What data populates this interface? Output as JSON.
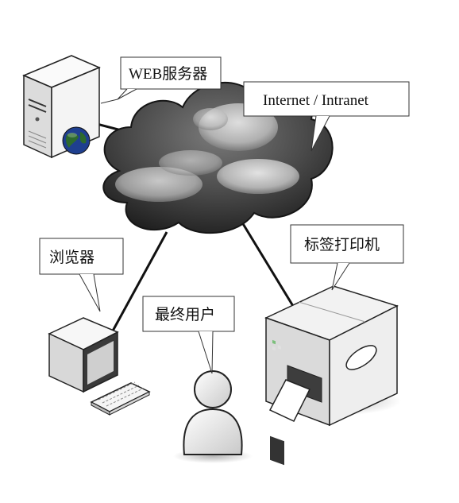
{
  "labels": {
    "web_server": "WEB服务器",
    "network": "Internet / Intranet",
    "browser": "浏览器",
    "end_user": "最终用户",
    "label_printer": "标签打印机"
  },
  "colors": {
    "cloud_dark": "#2b2b2b",
    "cloud_light": "#e6e6e6",
    "device_body": "#f2f2f2",
    "device_shadow": "#bdbdbd",
    "link_line": "#111111",
    "globe": "#1f3f8f"
  }
}
